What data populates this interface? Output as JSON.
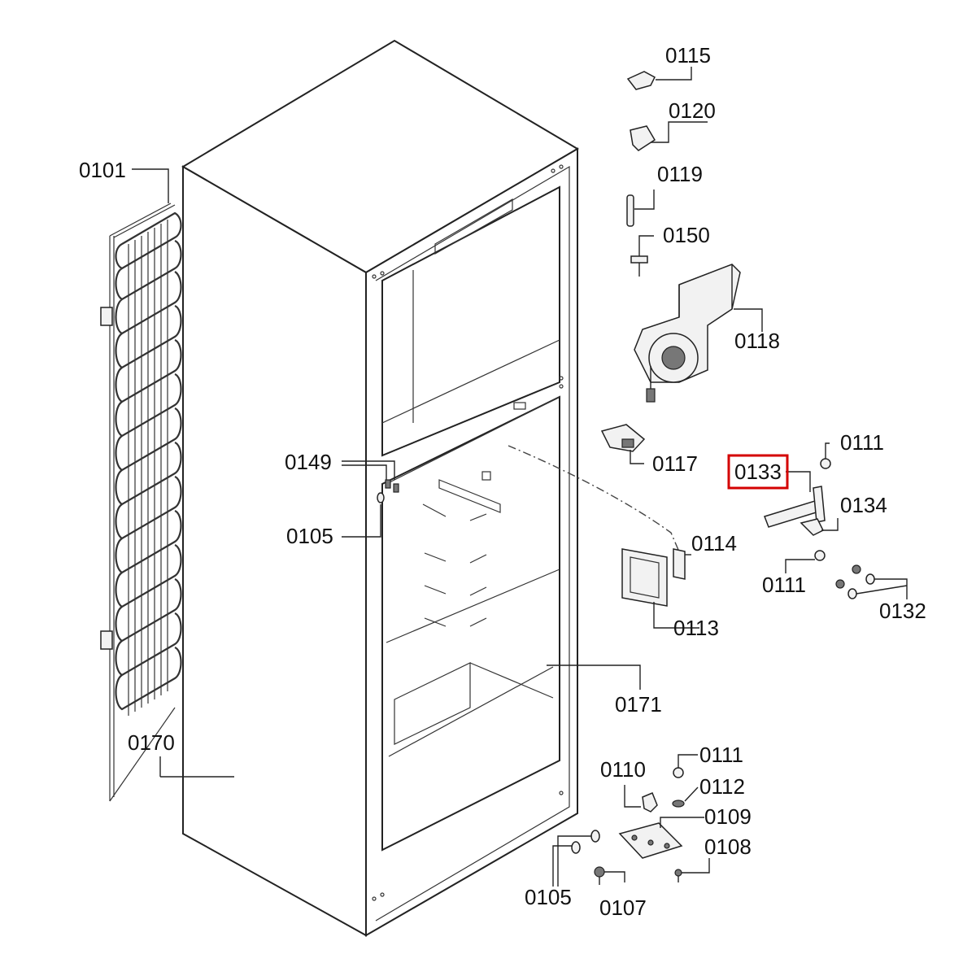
{
  "highlight_color": "#d40000",
  "highlighted_part": "0133",
  "labels": {
    "p0101": "0101",
    "p0105a": "0105",
    "p0105b": "0105",
    "p0107": "0107",
    "p0108": "0108",
    "p0109": "0109",
    "p0110": "0110",
    "p0111a": "0111",
    "p0111b": "0111",
    "p0111c": "0111",
    "p0112": "0112",
    "p0113": "0113",
    "p0114": "0114",
    "p0115": "0115",
    "p0117": "0117",
    "p0118": "0118",
    "p0119": "0119",
    "p0120": "0120",
    "p0132": "0132",
    "p0133": "0133",
    "p0134": "0134",
    "p0149": "0149",
    "p0150": "0150",
    "p0170": "0170",
    "p0171": "0171"
  }
}
